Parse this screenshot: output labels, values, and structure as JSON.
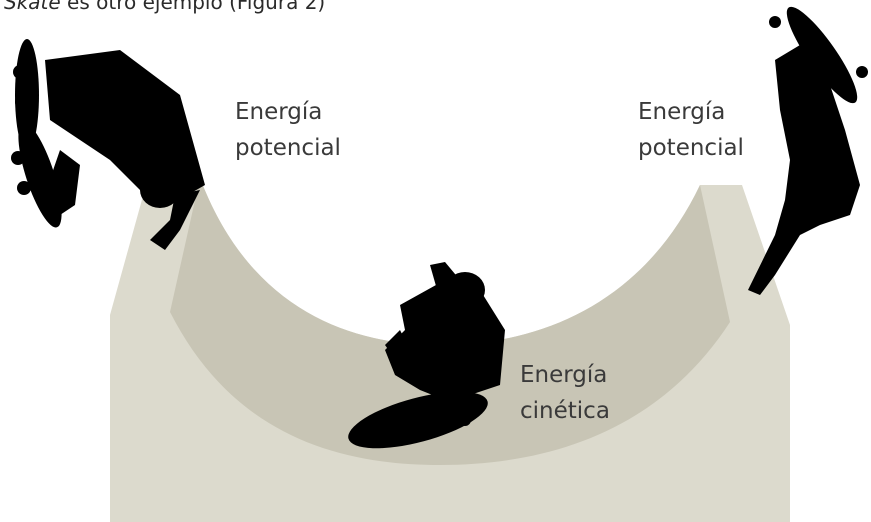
{
  "caption": {
    "italic": "Skate",
    "rest": " es otro ejemplo (Figura 2)"
  },
  "labels": {
    "left": {
      "line1": "Energía",
      "line2": "potencial"
    },
    "right": {
      "line1": "Energía",
      "line2": "potencial"
    },
    "bottom": {
      "line1": "Energía",
      "line2": "cinética"
    }
  },
  "colors": {
    "ramp_outer": "#dcdacd",
    "ramp_inner": "#c8c5b5",
    "silhouette": "#000000",
    "text": "#3a3a3a"
  }
}
